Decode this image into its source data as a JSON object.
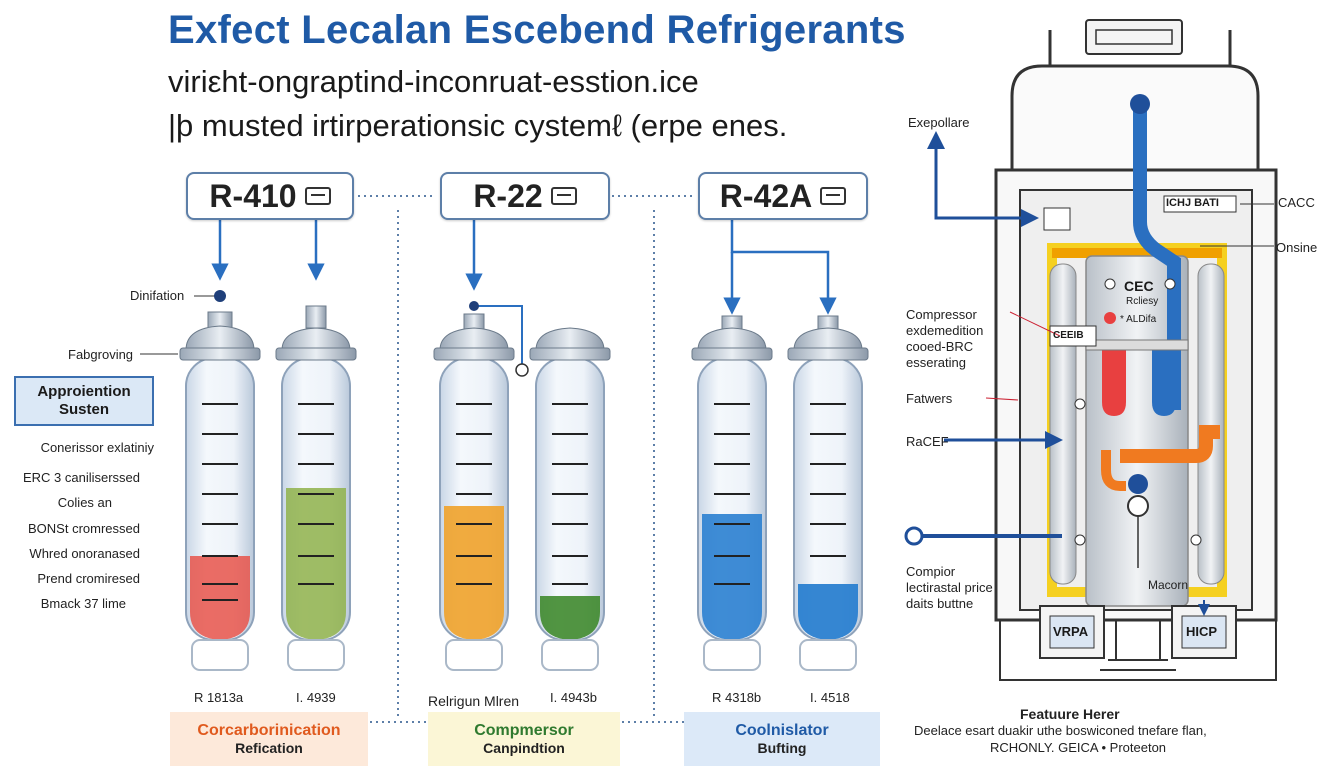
{
  "header": {
    "title": "Exfect Lecalan Escebend Refrigerants",
    "subtitle_line1": "viriεht-ongraptind-inconruat-esstion.ice",
    "subtitle_line2": "|þ musted irtirperationsic cystemℓ (erpe enes."
  },
  "refrigerants": [
    {
      "label": "R-410"
    },
    {
      "label": "R-22"
    },
    {
      "label": "R-42A"
    }
  ],
  "left_panel": {
    "callout_top": "Dinifation",
    "callout_mid": "Fabgroving",
    "box_line1": "Approiention",
    "box_line2": "Susten",
    "list": [
      "Conerissor exlatiniy",
      "ERC 3 caniliserssed",
      "Colies an",
      "BONSt cromressed",
      "Whred onoranased",
      "Prend cromiresed",
      "Bmack 37 lime"
    ]
  },
  "cylinder_labels": [
    "R 1813a",
    "I. 4939",
    "Relrigun Mlren",
    "I. 4943b",
    "R 4318b",
    "I. 4518"
  ],
  "bottom_boxes": [
    {
      "title": "Corcarborinication",
      "subtitle": "Refication"
    },
    {
      "title": "Compmersor",
      "subtitle": "Canpindtion"
    },
    {
      "title": "Coolnislator",
      "subtitle": "Bufting"
    }
  ],
  "machine": {
    "left_labels": {
      "expo": "Exepollare",
      "compressor1": "Compressor",
      "compressor2": "exdemedition",
      "compressor3": "cooed-BRC",
      "compressor4": "esserating",
      "fatwers": "Fatwers",
      "racef": "RaCEF",
      "compior1": "Compior",
      "compior2": "lectirastal price",
      "compior3": "daits buttne"
    },
    "right_labels": {
      "cacc": "CACC",
      "onsine": "Onsine"
    },
    "inner": {
      "top_panel": "ICHJ BATI",
      "ceo": "CEC",
      "ceo_sub": "Rcliesy",
      "marker": "* ALDifa",
      "pane": "CEEIB",
      "macorn": "Macorn",
      "base_left": "VRPA",
      "base_right": "HICP"
    }
  },
  "feature": {
    "title": "Featuure Herer",
    "line1": "Deelace esart duakir uthe boswiconed tnefare flan,",
    "line2": "RCHONLY. GEICA • Proteeton"
  },
  "colors": {
    "title_blue": "#1f5aa6",
    "red_fluid": "#e8534a",
    "green_fluid": "#8fb24a",
    "orange_fluid": "#f0a22a",
    "dark_green_fluid": "#3f8a2e",
    "blue_fluid": "#2a7fd0",
    "pipe_blue": "#2a6fc0",
    "pipe_red": "#e84040",
    "pipe_orange": "#f07a20",
    "frame_yellow": "#f5d020"
  }
}
